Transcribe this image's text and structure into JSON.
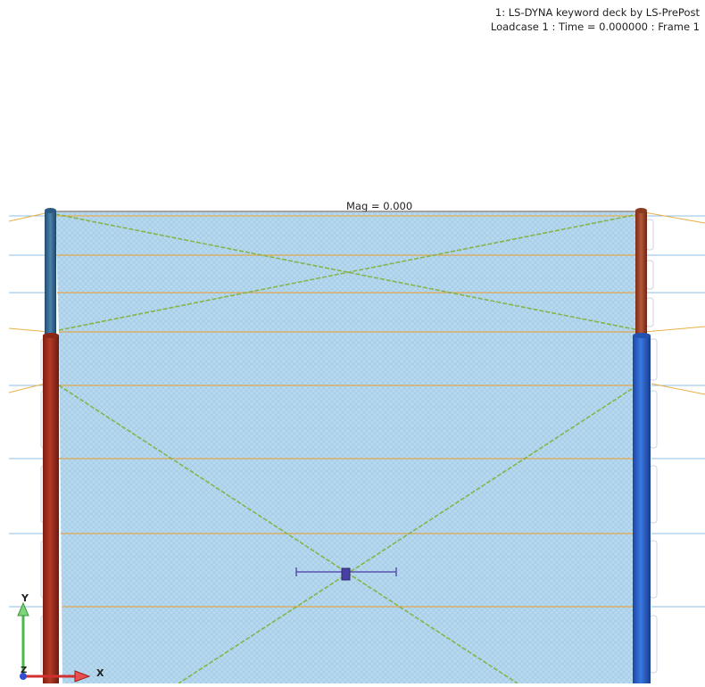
{
  "header": {
    "line1": "1: LS-DYNA keyword deck by LS-PrePost",
    "line2": "Loadcase 1 : Time = 0.000000 : Frame 1"
  },
  "scene": {
    "magnitude_label": "Mag = 0.000"
  },
  "triad": {
    "y_label": "Y",
    "x_label": "X",
    "z_label": "Z"
  },
  "colors": {
    "panel": "#b5d8ee",
    "mesh_line": "#7fa9c6",
    "cable_yellow": "#e9b04b",
    "diagonal_green": "#86b34a",
    "post_red": "#a4301f",
    "post_blue": "#2a63c7",
    "post_cap_blue": "#3a6e97",
    "post_brown": "#a9472d",
    "sensor_purple": "#6b57b8"
  }
}
